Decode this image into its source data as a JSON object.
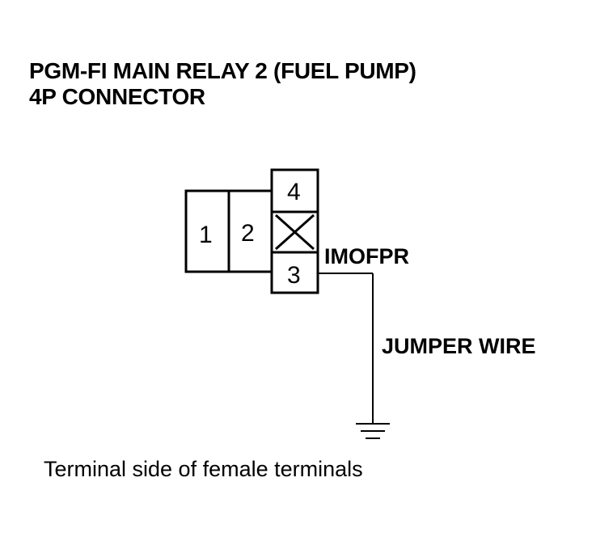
{
  "title": {
    "line1": "PGM-FI MAIN RELAY 2 (FUEL PUMP)",
    "line2": "4P CONNECTOR"
  },
  "connector": {
    "pins": {
      "p1": "1",
      "p2": "2",
      "p3": "3",
      "p4": "4"
    }
  },
  "labels": {
    "signal": "IMOFPR",
    "jumper": "JUMPER WIRE"
  },
  "caption": "Terminal side of female terminals",
  "icons": {
    "ground": "ground-symbol-icon",
    "empty_cavity": "x-cavity-icon"
  }
}
